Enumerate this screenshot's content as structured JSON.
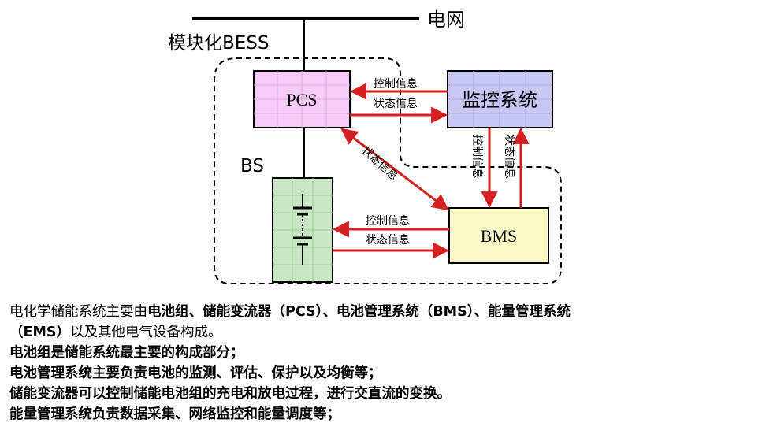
{
  "diagram": {
    "grid_label": "电网",
    "bess_label": "模块化BESS",
    "bs_label": "BS",
    "pcs_label": "PCS",
    "monitor_label": "监控系统",
    "bms_label": "BMS",
    "pcs_monitor_control": "控制信息",
    "pcs_monitor_status": "状态信息",
    "pcs_bms_status": "状态信息",
    "monitor_bms_control": "控制信息",
    "monitor_bms_status": "状态信息",
    "battery_bms_control": "控制信息",
    "battery_bms_status": "状态信息",
    "colors": {
      "pcs_fill": "#f5ccf5",
      "monitor_fill": "#c8c8f5",
      "bms_fill": "#fbf8c8",
      "battery_fill": "#c8e8c4",
      "arrow": "#d42020"
    }
  },
  "caption": {
    "line1_part1": "电化学储能系统主要由",
    "line1_part2": "电池组、储能变流器（PCS）、电池管理系统（BMS）、能量管理系统",
    "line2_part1": "（EMS）",
    "line2_part2": "以及其他电气设备构成。",
    "line3": "电池组是储能系统最主要的构成部分；",
    "line4": "电池管理系统主要负责电池的监测、评估、保护以及均衡等；",
    "line5": "储能变流器可以控制储能电池组的充电和放电过程，进行交直流的变换。",
    "line6": "能量管理系统负责数据采集、网络监控和能量调度等；"
  }
}
